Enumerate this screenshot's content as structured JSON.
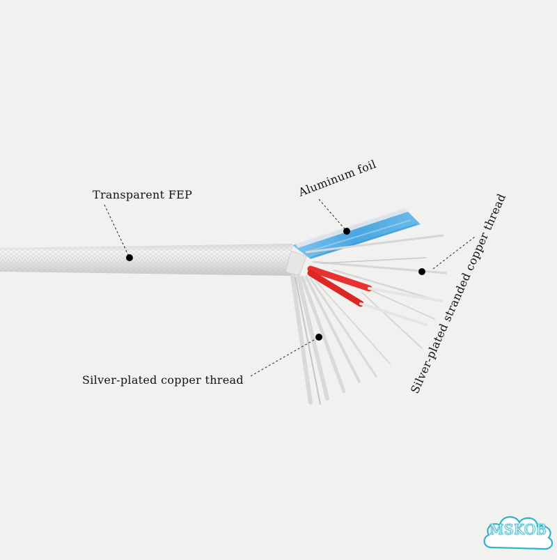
{
  "labels": {
    "transparent_fep": "Transparent FEP",
    "aluminum_foil": "Aluminum foil",
    "silver_plated_copper_thread": "Silver-plated copper thread",
    "silver_plated_stranded_copper_thread": "Silver-plated stranded copper thread"
  },
  "logo": {
    "text": "MSKOB",
    "color": "#2fb3c6"
  },
  "colors": {
    "background": "#f1f1f0",
    "cable_jacket": "#e4e4e2",
    "foil": "#5fb2e3",
    "red_wire": "#e8322e",
    "leader_line": "#222222"
  },
  "icons": {
    "marker": "dot-marker-icon",
    "logo_shape": "cloud-icon"
  }
}
